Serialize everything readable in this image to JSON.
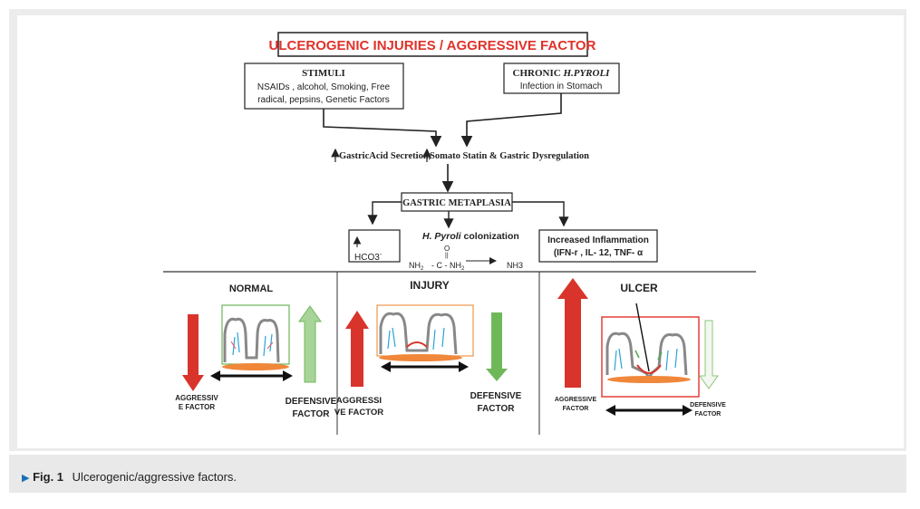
{
  "title": "ULCEROGENIC INJURIES / AGGRESSIVE FACTOR",
  "stimuli": {
    "heading": "STIMULI",
    "line1": "NSAIDs , alcohol, Smoking, Free",
    "line2": "radical, pepsins, Genetic Factors"
  },
  "chronic": {
    "heading_prefix": "CHRONIC ",
    "heading_italic": "H.PYROLI",
    "line1": "Infection in Stomach"
  },
  "secretion_left": "GastricAcid Secretion,",
  "secretion_right": "Somato Statin & Gastric Dysregulation",
  "metaplasia": "GASTRIC METAPLASIA",
  "hco3": "HCO3",
  "hco3_sup": "-",
  "colonization_italic": "H. Pyroli",
  "colonization_rest": " colonization",
  "urea": {
    "o": "O",
    "bond": "||",
    "nh2_left": "NH",
    "nh2_left_sub": "2",
    "center": "- C - NH",
    "center_sub": "2",
    "nh3": "NH3"
  },
  "inflammation": {
    "line1": "Increased Inflammation",
    "line2": "(IFN-r , IL- 12, TNF- α"
  },
  "panels": {
    "normal": {
      "label": "NORMAL",
      "aggressive_line1": "AGGRESSIV",
      "aggressive_line2": "E FACTOR",
      "defensive_line1": "DEFENSIVE",
      "defensive_line2": "FACTOR"
    },
    "injury": {
      "label": "INJURY",
      "aggressive_line1": "AGGRESSI",
      "aggressive_line2": "VE FACTOR",
      "defensive_line1": "DEFENSIVE",
      "defensive_line2": "FACTOR"
    },
    "ulcer": {
      "label": "ULCER",
      "aggressive_line1": "AGGRESSIVE",
      "aggressive_line2": "FACTOR",
      "defensive_line1": "DEFENSIVE",
      "defensive_line2": "FACTOR"
    }
  },
  "caption": {
    "marker": "▶",
    "fig": "Fig. 1",
    "text": "Ulcerogenic/aggressive factors."
  },
  "colors": {
    "title_red": "#e0322b",
    "aggressive_red": "#d9342b",
    "defensive_green": "#6fb85a",
    "defensive_light": "#a8d49a",
    "normal_box": "#6db35a",
    "injury_box": "#f0964a",
    "ulcer_box": "#e0322b"
  }
}
